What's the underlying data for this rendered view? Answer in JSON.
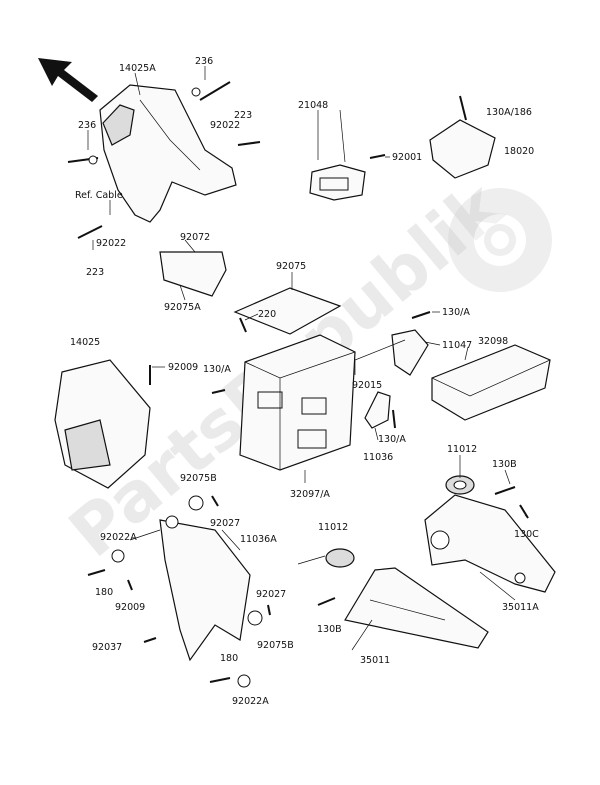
{
  "watermark": {
    "text": "PartsRepublik",
    "icon": "gear-icon"
  },
  "orientation": {
    "icon": "direction-arrow-icon"
  },
  "labels": {
    "p14025a": "14025A",
    "p236_top": "236",
    "p236_left": "236",
    "p92022_top": "92022",
    "p223_top": "223",
    "ref_cable": "Ref. Cable",
    "p92022_mid": "92022",
    "p223_bottom": "223",
    "p21048": "21048",
    "p92001": "92001",
    "p130a186": "130A/186",
    "p18020": "18020",
    "p92072": "92072",
    "p92075a": "92075A",
    "p92075": "92075",
    "p220": "220",
    "p130a_right": "130/A",
    "p11047": "11047",
    "p32098": "32098",
    "p14025": "14025",
    "p92009_top": "92009",
    "p130a_left": "130/A",
    "p92015": "92015",
    "p11036": "11036",
    "p130a_lower": "130/A",
    "p32097a": "32097/A",
    "p11012_top": "11012",
    "p130b": "130B",
    "p130c": "130C",
    "p92075b_top": "92075B",
    "p92027_top": "92027",
    "p92022a_top": "92022A",
    "p11036a": "11036A",
    "p180_left": "180",
    "p92009_bottom": "92009",
    "p11012_mid": "11012",
    "p35011a": "35011A",
    "p92027_bottom": "92027",
    "p92075b_bottom": "92075B",
    "p130b_bottom": "130B",
    "p92037": "92037",
    "p180_bottom": "180",
    "p92022a_bottom": "92022A",
    "p35011": "35011"
  }
}
